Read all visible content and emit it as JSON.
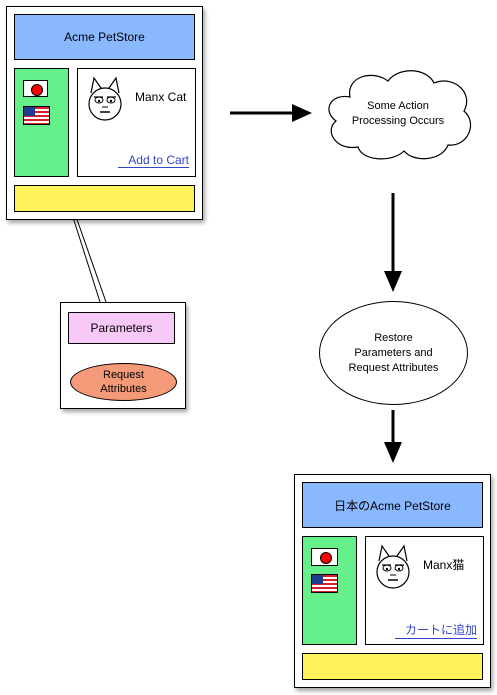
{
  "top_page": {
    "title": "Acme PetStore",
    "product_name": "Manx Cat",
    "add_to_cart": "Add to Cart"
  },
  "bottom_page": {
    "title": "日本のAcme PetStore",
    "product_name": "Manx猫",
    "add_to_cart": "カートに追加"
  },
  "cloud_step": {
    "line1": "Some Action",
    "line2": "Processing Occurs"
  },
  "restore_step": {
    "line1": "Restore",
    "line2": "Parameters and",
    "line3": "Request Attributes"
  },
  "request_box": {
    "parameters_label": "Parameters",
    "attributes_line1": "Request",
    "attributes_line2": "Attributes"
  },
  "colors": {
    "header_blue": "#8ab8ff",
    "sidebar_green": "#66f08c",
    "footer_yellow": "#fff25a",
    "parameters_pink": "#f8c8f8",
    "attributes_orange": "#f49a78"
  }
}
